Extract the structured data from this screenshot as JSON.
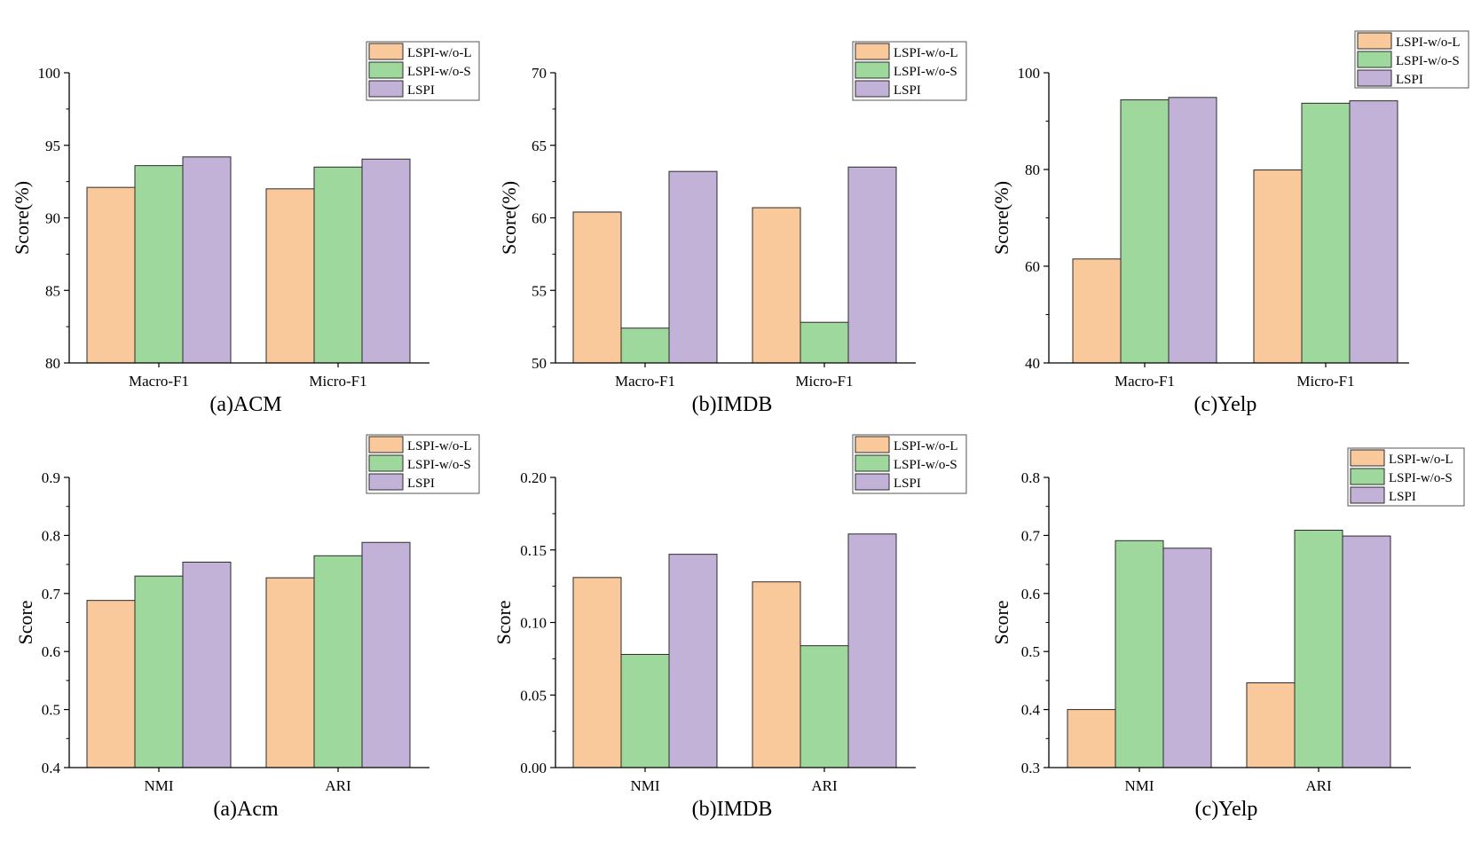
{
  "colors": {
    "LSPI-w/o-L": "#f9c89b",
    "LSPI-w/o-S": "#9fd89c",
    "LSPI": "#c3b2d8",
    "axis": "#000000"
  },
  "chart_data": [
    {
      "type": "bar",
      "caption": "(a)ACM",
      "ylabel": "Score(%)",
      "xlabel": "",
      "categories": [
        "Macro-F1",
        "Micro-F1"
      ],
      "ylim": [
        80,
        100
      ],
      "yticks": [
        "80",
        "85",
        "90",
        "95",
        "100"
      ],
      "legend_position": "top-right",
      "series": [
        {
          "name": "LSPI-w/o-L",
          "values": [
            92.1,
            92.0
          ]
        },
        {
          "name": "LSPI-w/o-S",
          "values": [
            93.6,
            93.5
          ]
        },
        {
          "name": "LSPI",
          "values": [
            94.2,
            94.05
          ]
        }
      ]
    },
    {
      "type": "bar",
      "caption": "(b)IMDB",
      "ylabel": "Score(%)",
      "xlabel": "",
      "categories": [
        "Macro-F1",
        "Micro-F1"
      ],
      "ylim": [
        50,
        70
      ],
      "yticks": [
        "50",
        "55",
        "60",
        "65",
        "70"
      ],
      "legend_position": "top-right",
      "series": [
        {
          "name": "LSPI-w/o-L",
          "values": [
            60.4,
            60.7
          ]
        },
        {
          "name": "LSPI-w/o-S",
          "values": [
            52.4,
            52.8
          ]
        },
        {
          "name": "LSPI",
          "values": [
            63.2,
            63.5
          ]
        }
      ]
    },
    {
      "type": "bar",
      "caption": "(c)Yelp",
      "ylabel": "Score(%)",
      "xlabel": "",
      "categories": [
        "Macro-F1",
        "Micro-F1"
      ],
      "ylim": [
        40,
        100
      ],
      "yticks": [
        "40",
        "60",
        "80",
        "100"
      ],
      "legend_position": "top-right",
      "series": [
        {
          "name": "LSPI-w/o-L",
          "values": [
            61.5,
            79.9
          ]
        },
        {
          "name": "LSPI-w/o-S",
          "values": [
            94.4,
            93.7
          ]
        },
        {
          "name": "LSPI",
          "values": [
            94.9,
            94.2
          ]
        }
      ]
    },
    {
      "type": "bar",
      "caption": "(a)Acm",
      "ylabel": "Score",
      "xlabel": "",
      "categories": [
        "NMI",
        "ARI"
      ],
      "ylim": [
        0.4,
        0.9
      ],
      "yticks": [
        "0.4",
        "0.5",
        "0.6",
        "0.7",
        "0.8",
        "0.9"
      ],
      "legend_position": "top-right",
      "series": [
        {
          "name": "LSPI-w/o-L",
          "values": [
            0.688,
            0.727
          ]
        },
        {
          "name": "LSPI-w/o-S",
          "values": [
            0.73,
            0.765
          ]
        },
        {
          "name": "LSPI",
          "values": [
            0.754,
            0.788
          ]
        }
      ]
    },
    {
      "type": "bar",
      "caption": "(b)IMDB",
      "ylabel": "Score",
      "xlabel": "",
      "categories": [
        "NMI",
        "ARI"
      ],
      "ylim": [
        0.0,
        0.2
      ],
      "yticks": [
        "0.00",
        "0.05",
        "0.10",
        "0.15",
        "0.20"
      ],
      "legend_position": "top-right",
      "series": [
        {
          "name": "LSPI-w/o-L",
          "values": [
            0.131,
            0.128
          ]
        },
        {
          "name": "LSPI-w/o-S",
          "values": [
            0.078,
            0.084
          ]
        },
        {
          "name": "LSPI",
          "values": [
            0.147,
            0.161
          ]
        }
      ]
    },
    {
      "type": "bar",
      "caption": "(c)Yelp",
      "ylabel": "Score",
      "xlabel": "",
      "categories": [
        "NMI",
        "ARI"
      ],
      "ylim": [
        0.3,
        0.8
      ],
      "yticks": [
        "0.3",
        "0.4",
        "0.5",
        "0.6",
        "0.7",
        "0.8"
      ],
      "legend_position": "top-right",
      "series": [
        {
          "name": "LSPI-w/o-L",
          "values": [
            0.4,
            0.446
          ]
        },
        {
          "name": "LSPI-w/o-S",
          "values": [
            0.691,
            0.709
          ]
        },
        {
          "name": "LSPI",
          "values": [
            0.678,
            0.699
          ]
        }
      ]
    }
  ]
}
